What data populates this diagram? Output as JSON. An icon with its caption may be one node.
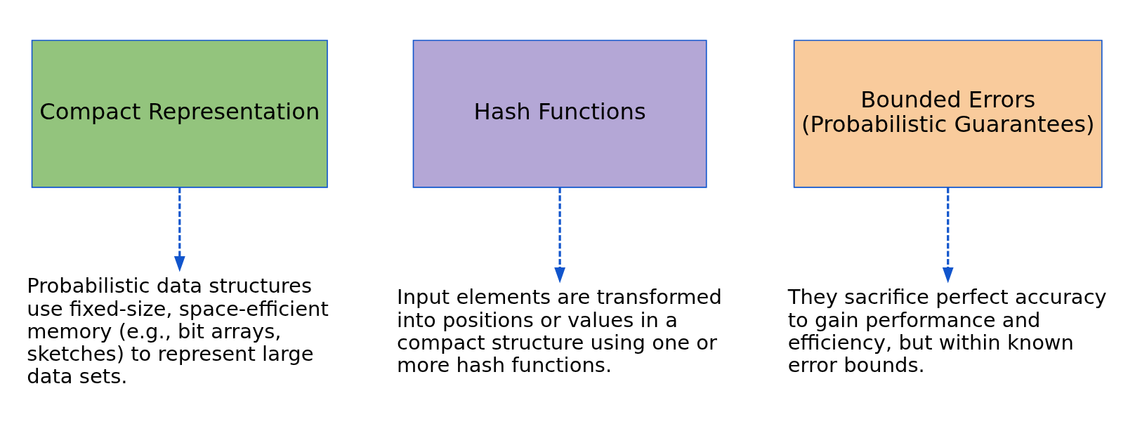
{
  "diagram": {
    "nodes": [
      {
        "text": [
          "Compact Representation"
        ]
      },
      {
        "text": [
          "Hash Functions"
        ]
      },
      {
        "text": [
          "Bounded Errors (Probabilistic Guarantees)"
        ]
      },
      {
        "text": [
          "Probabilistic data structures use fixed-size, space-efficient memory (e.g., bit arrays, sketches) to represent large data sets."
        ]
      },
      {
        "text": [
          "Input elements are transformed into positions or values in a compact structure using one or more hash functions."
        ]
      },
      {
        "text": [
          "They sacrifice perfect accuracy to gain performance and efficiency, but within known error bounds."
        ]
      }
    ],
    "edges": [
      {
        "from": 0,
        "to": 3,
        "arrow": "to",
        "style": "dashed"
      },
      {
        "from": 1,
        "to": 4,
        "arrow": "to",
        "style": "dashed"
      },
      {
        "from": 2,
        "to": 5,
        "arrow": "to",
        "style": "dashed"
      }
    ]
  }
}
